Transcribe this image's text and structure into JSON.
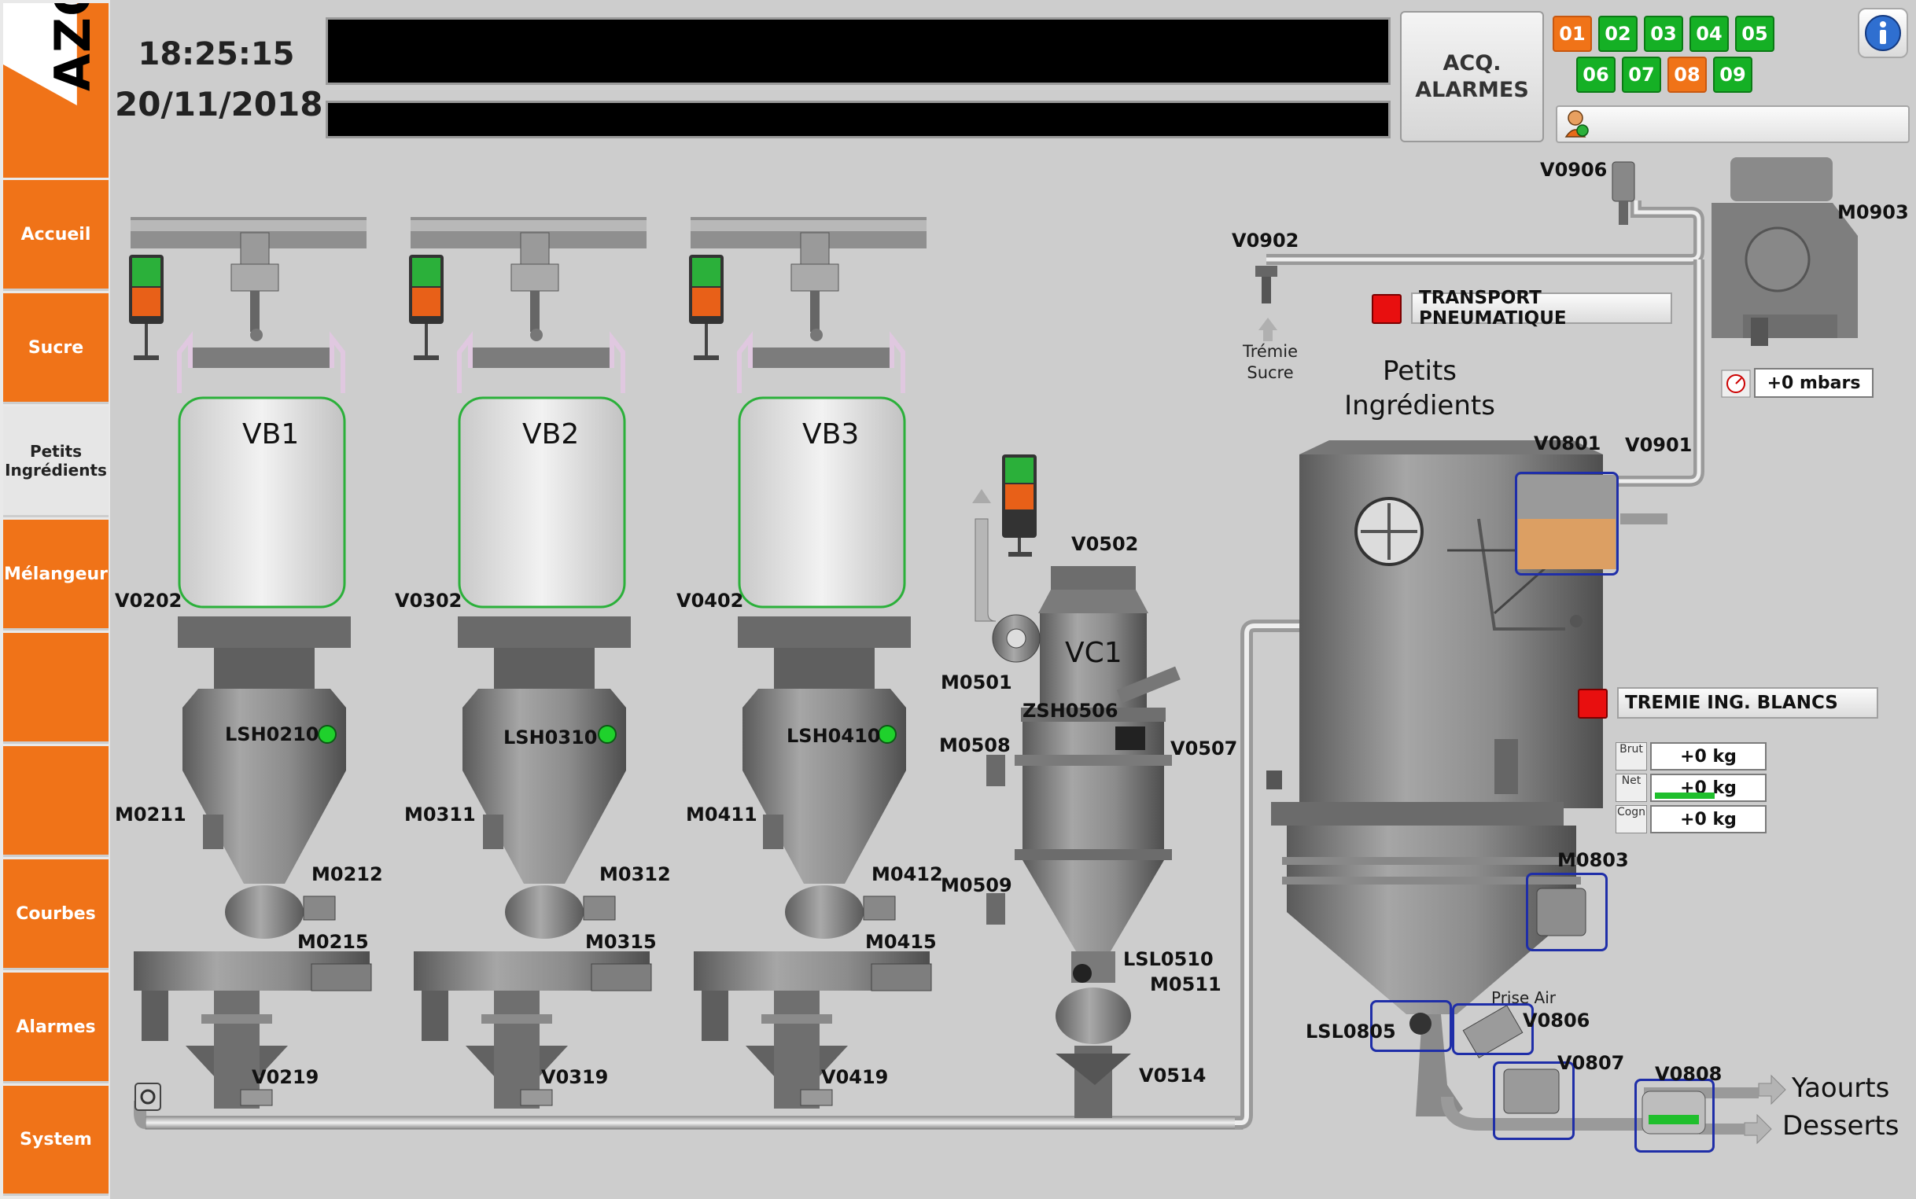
{
  "header": {
    "time": "18:25:15",
    "date": "20/11/2018",
    "acq_line1": "ACQ.",
    "acq_line2": "ALARMES"
  },
  "logo": "AZO.",
  "sidebar": {
    "items": [
      {
        "label": "Accueil"
      },
      {
        "label": "Sucre"
      },
      {
        "label": "Petits Ingrédients"
      },
      {
        "label": "Mélangeur"
      },
      {
        "label": ""
      },
      {
        "label": ""
      },
      {
        "label": "Courbes"
      },
      {
        "label": "Alarmes"
      },
      {
        "label": "System"
      }
    ]
  },
  "lines": [
    "01",
    "02",
    "03",
    "04",
    "05",
    "06",
    "07",
    "08",
    "09"
  ],
  "active_lines": [
    "01",
    "08"
  ],
  "colors": {
    "orange": "#f07318",
    "green": "#15b025",
    "alarm_red": "#e80f0f",
    "frame_blue": "#1f2ea8"
  },
  "process": {
    "vb1": "VB1",
    "vb2": "VB2",
    "vb3": "VB3",
    "vc1": "VC1",
    "petits_line1": "Petits",
    "petits_line2": "Ingrédients",
    "tremie_sucre_line1": "Trémie",
    "tremie_sucre_line2": "Sucre",
    "prise_air": "Prise Air",
    "yaourts": "Yaourts",
    "desserts": "Desserts",
    "alarm_transport": "TRANSPORT PNEUMATIQUE",
    "alarm_tremie": "TREMIE ING. BLANCS",
    "pressure": "+0 mbars",
    "weights": [
      {
        "icon": "Brut",
        "value": "+0 kg"
      },
      {
        "icon": "Net",
        "value": "+0 kg"
      },
      {
        "icon": "Cogn",
        "value": "+0 kg"
      }
    ],
    "tags": {
      "v0202": "V0202",
      "v0302": "V0302",
      "v0402": "V0402",
      "lsh0210": "LSH0210",
      "lsh0310": "LSH0310",
      "lsh0410": "LSH0410",
      "m0211": "M0211",
      "m0311": "M0311",
      "m0411": "M0411",
      "m0212": "M0212",
      "m0312": "M0312",
      "m0412": "M0412",
      "m0215": "M0215",
      "m0315": "M0315",
      "m0415": "M0415",
      "v0219": "V0219",
      "v0319": "V0319",
      "v0419": "V0419",
      "v0502": "V0502",
      "m0501": "M0501",
      "zsh0506": "ZSH0506",
      "m0508": "M0508",
      "v0507": "V0507",
      "m0509": "M0509",
      "lsl0510": "LSL0510",
      "m0511": "M0511",
      "v0514": "V0514",
      "v0902": "V0902",
      "v0906": "V0906",
      "m0903": "M0903",
      "v0801": "V0801",
      "v0901": "V0901",
      "m0803": "M0803",
      "lsl0805": "LSL0805",
      "v0806": "V0806",
      "v0807": "V0807",
      "v0808": "V0808"
    }
  }
}
